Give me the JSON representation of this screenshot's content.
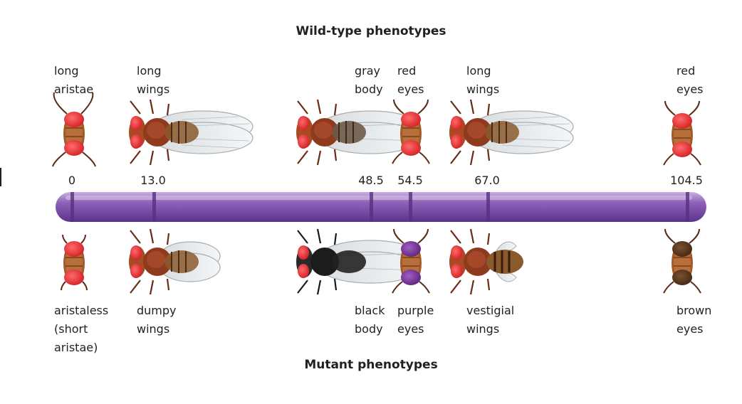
{
  "title_top": "Wild-type phenotypes",
  "title_bottom": "Mutant phenotypes",
  "colors": {
    "chromosome": "#7b4fa6",
    "chromosome_dark": "#5a327f",
    "chromosome_light": "#b79ad3",
    "fly_body": "#8b3a1f",
    "eye_red": "#e0262a",
    "eye_purple": "#6a2a8a",
    "eye_brown": "#4a2e17",
    "black_body": "#1e1e1e"
  },
  "loci": [
    {
      "position": "0",
      "wild": [
        "long",
        "aristae"
      ],
      "mutant": [
        "aristaless",
        "(short",
        "aristae)"
      ],
      "wild_icon": "fly-head-red-eyes-icon",
      "mutant_icon": "fly-head-short-aristae-icon"
    },
    {
      "position": "13.0",
      "wild": [
        "long",
        "wings"
      ],
      "mutant": [
        "dumpy",
        "wings"
      ],
      "wild_icon": "fly-long-wings-icon",
      "mutant_icon": "fly-dumpy-wings-icon"
    },
    {
      "position": "48.5",
      "wild": [
        "gray",
        "body"
      ],
      "mutant": [
        "black",
        "body"
      ],
      "wild_icon": "fly-gray-body-icon",
      "mutant_icon": "fly-black-body-icon"
    },
    {
      "position": "54.5",
      "wild": [
        "red",
        "eyes"
      ],
      "mutant": [
        "purple",
        "eyes"
      ],
      "wild_icon": "fly-head-red-eyes-icon",
      "mutant_icon": "fly-head-purple-eyes-icon"
    },
    {
      "position": "67.0",
      "wild": [
        "long",
        "wings"
      ],
      "mutant": [
        "vestigial",
        "wings"
      ],
      "wild_icon": "fly-long-wings-icon",
      "mutant_icon": "fly-vestigial-wings-icon"
    },
    {
      "position": "104.5",
      "wild": [
        "red",
        "eyes"
      ],
      "mutant": [
        "brown",
        "eyes"
      ],
      "wild_icon": "fly-head-red-eyes-icon",
      "mutant_icon": "fly-head-brown-eyes-icon"
    }
  ]
}
